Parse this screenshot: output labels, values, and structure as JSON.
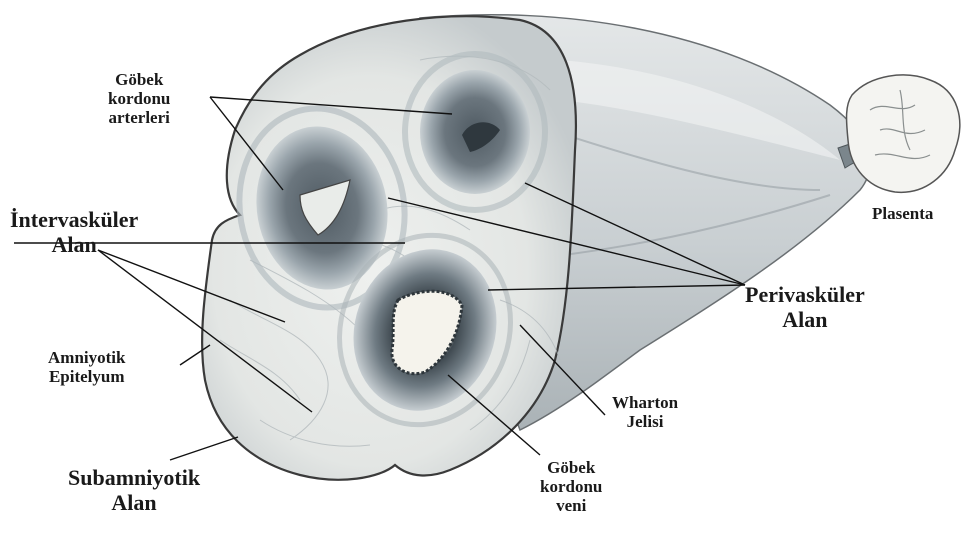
{
  "labels": {
    "umbilical_arteries": [
      "Göbek",
      "kordonu",
      "arterleri"
    ],
    "intervascular": [
      "İntervasküler",
      "Alan"
    ],
    "placenta": "Plasenta",
    "perivascular": [
      "Perivasküler",
      "Alan"
    ],
    "amniotic_epithelium": [
      "Amniyotik",
      "Epitelyum"
    ],
    "wharton_jelly": [
      "Wharton",
      "Jelisi"
    ],
    "subamniotic": [
      "Subamniyotik",
      "Alan"
    ],
    "umbilical_vein": [
      "Göbek",
      "kordonu",
      "veni"
    ]
  },
  "colors": {
    "cord_body": "#d3d6d8",
    "jelly": "#e6e8e6",
    "vessel_dark": "#5f6a72",
    "vessel_mid": "#8d98a0",
    "lumen": "#f1efe8",
    "outline": "#3a3a3a",
    "leader": "#111111"
  }
}
